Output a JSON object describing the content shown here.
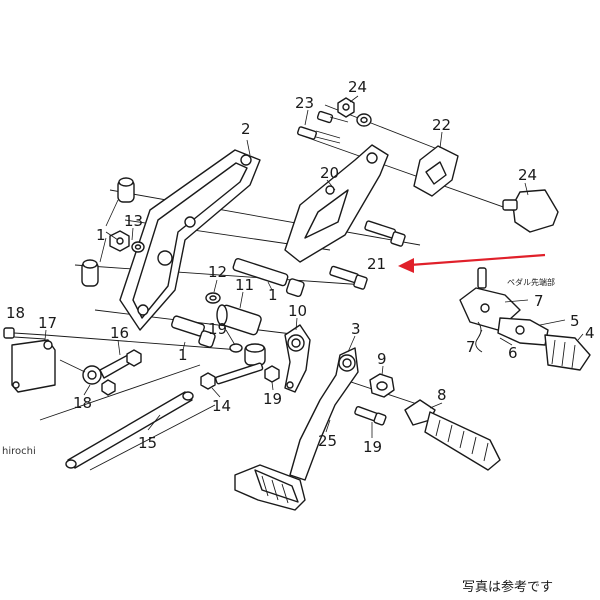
{
  "colors": {
    "line": "#1a1a1a",
    "arrow": "#e0202a",
    "background": "#ffffff"
  },
  "callouts": {
    "c1a": "1",
    "c1b": "1",
    "c1c": "1",
    "c2": "2",
    "c3": "3",
    "c4": "4",
    "c5": "5",
    "c6": "6",
    "c7a": "7",
    "c7b": "7",
    "c8": "8",
    "c9": "9",
    "c10": "10",
    "c11": "11",
    "c12": "12",
    "c13": "13",
    "c14": "14",
    "c15": "15",
    "c16": "16",
    "c17": "17",
    "c18a": "18",
    "c18b": "18",
    "c19a": "19",
    "c19b": "19",
    "c19c": "19",
    "c20": "20",
    "c21": "21",
    "c22": "22",
    "c23": "23",
    "c24a": "24",
    "c24b": "24",
    "c25": "25"
  },
  "inset_label": "ペダル先端部",
  "watermark": "hirochi",
  "footer_note": "写真は参考です"
}
